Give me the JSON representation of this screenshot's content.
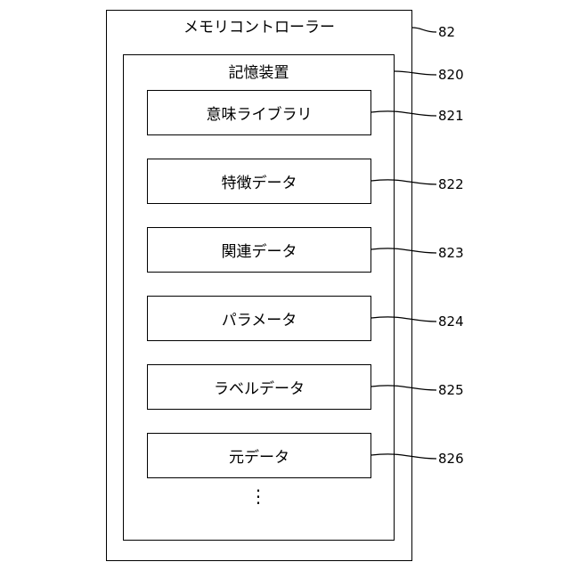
{
  "controller": {
    "label": "メモリコントローラー",
    "ref": "82"
  },
  "storage": {
    "label": "記憶装置",
    "ref": "820"
  },
  "items": [
    {
      "label": "意味ライブラリ",
      "ref": "821"
    },
    {
      "label": "特徴データ",
      "ref": "822"
    },
    {
      "label": "関連データ",
      "ref": "823"
    },
    {
      "label": "パラメータ",
      "ref": "824"
    },
    {
      "label": "ラベルデータ",
      "ref": "825"
    },
    {
      "label": "元データ",
      "ref": "826"
    }
  ],
  "continuation": "⋮"
}
